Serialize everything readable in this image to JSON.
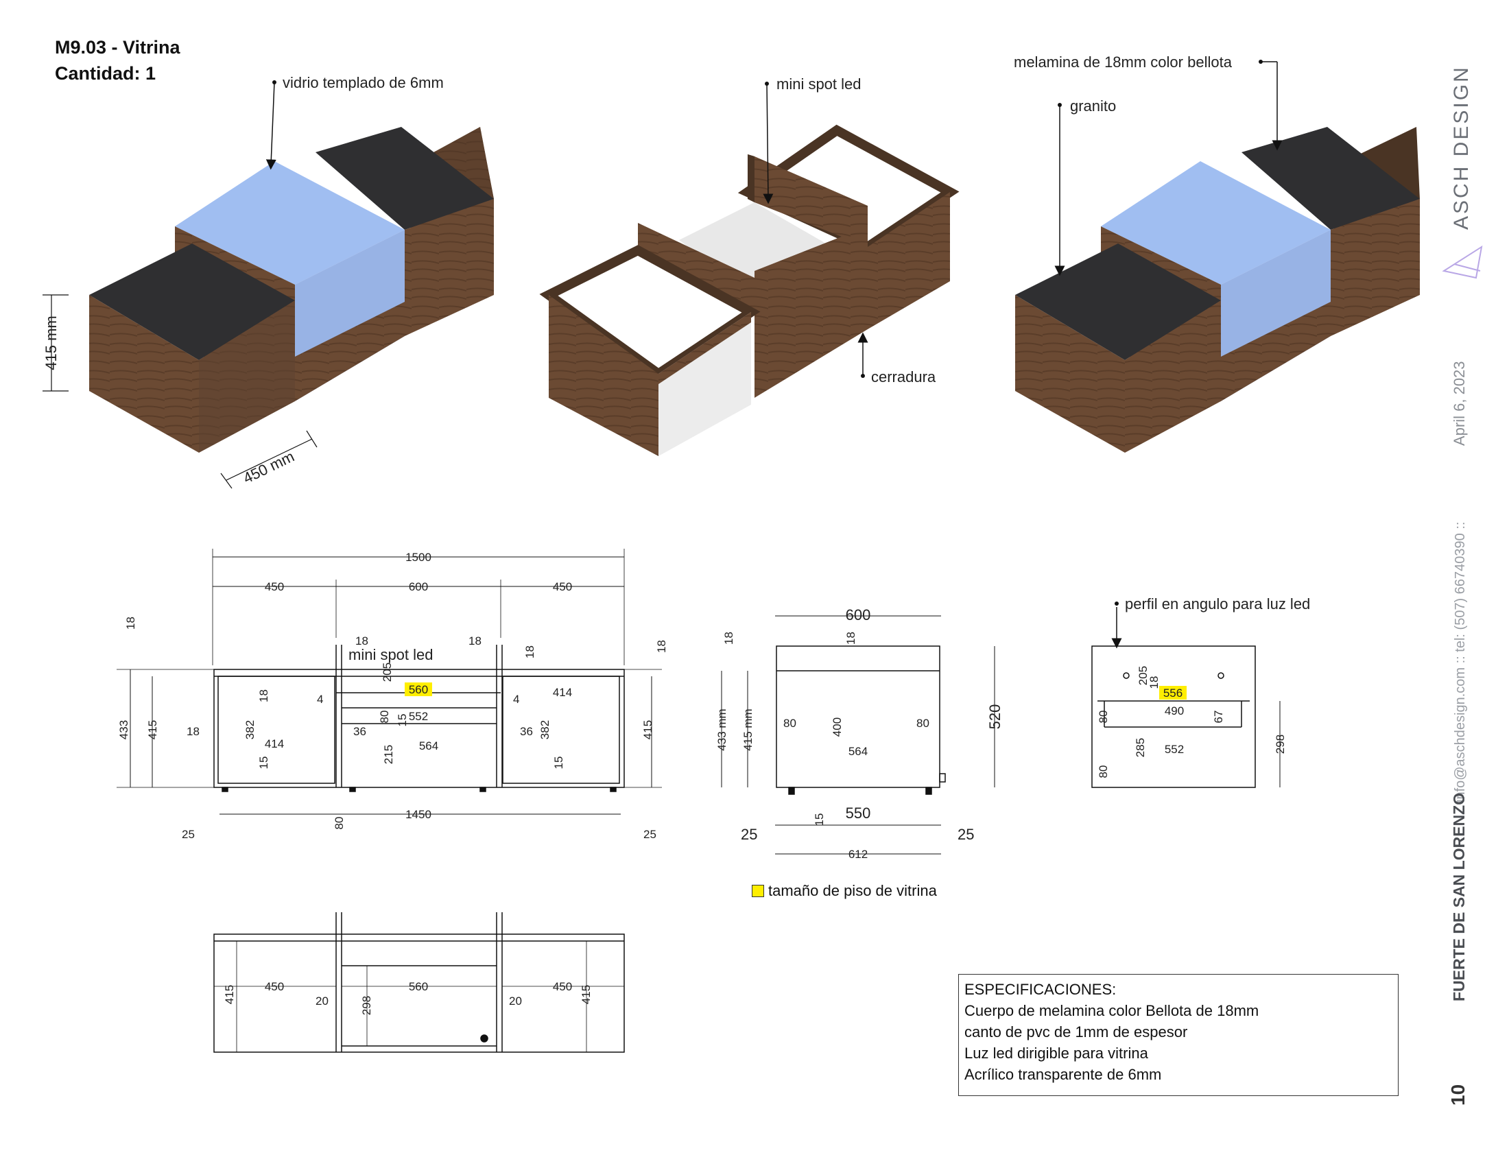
{
  "header": {
    "title": "M9.03 - Vitrina",
    "quantity": "Cantidad: 1"
  },
  "callouts": {
    "glass": "vidrio templado de 6mm",
    "spot1": "mini spot led",
    "lock": "cerradura",
    "melamine": "melamina de 18mm color bellota",
    "granite": "granito",
    "spot2": "mini spot led",
    "profile": "perfil en angulo para luz led"
  },
  "iso_dims": {
    "height": "415 mm",
    "depth": "450 mm"
  },
  "front_dims": {
    "total": "1500",
    "left": "450",
    "mid": "600",
    "right": "450",
    "d18a": "18",
    "d18b": "18",
    "d18c": "18",
    "d18d": "18",
    "d18e": "18",
    "d18f": "18",
    "d18g": "18",
    "d433": "433",
    "d415a": "415",
    "d415b": "415",
    "d382a": "382",
    "d382b": "382",
    "d414a": "414",
    "d414b": "414",
    "d15a": "15",
    "d15b": "15",
    "d15c": "15",
    "d4a": "4",
    "d4b": "4",
    "d205": "205",
    "d80a": "80",
    "d80b": "80",
    "d560": "560",
    "d552": "552",
    "d564": "564",
    "d36a": "36",
    "d36b": "36",
    "d215": "215",
    "d1450": "1450",
    "d25a": "25",
    "d25b": "25"
  },
  "side_dims": {
    "w600": "600",
    "d18": "18",
    "d18b": "18",
    "h433": "433 mm",
    "h415": "415 mm",
    "h520": "520",
    "d80a": "80",
    "d80b": "80",
    "d400": "400",
    "d564": "564",
    "d550": "550",
    "d15": "15",
    "d25a": "25",
    "d25b": "25",
    "d612": "612"
  },
  "detail_dims": {
    "d205": "205",
    "d18": "18",
    "d556": "556",
    "d490": "490",
    "d80a": "80",
    "d67": "67",
    "d285": "285",
    "d552": "552",
    "d80b": "80",
    "d298": "298"
  },
  "plan_dims": {
    "left": "450",
    "mid": "560",
    "right": "450",
    "h415a": "415",
    "h415b": "415",
    "d20a": "20",
    "d20b": "20",
    "d298": "298"
  },
  "legend": {
    "label": "tamaño de piso de vitrina",
    "color": "#ffee00"
  },
  "specs": {
    "heading": "ESPECIFICACIONES:",
    "lines": [
      "Cuerpo de melamina color Bellota de 18mm",
      "canto de pvc de 1mm de espesor",
      "Luz led dirigible para vitrina",
      "Acrílico transparente de 6mm"
    ]
  },
  "sidebar": {
    "brand": "ASCH DESIGN",
    "date": "April 6, 2023",
    "contact": "info@aschdesign.com  ::  tel: (507) 66740390  ::",
    "project": "FUERTE DE SAN LORENZO",
    "page": "10"
  },
  "colors": {
    "wood": "#6b4a33",
    "granite": "#2f2f31",
    "glass": "#8fb3ef",
    "highlight": "#ffee00"
  }
}
